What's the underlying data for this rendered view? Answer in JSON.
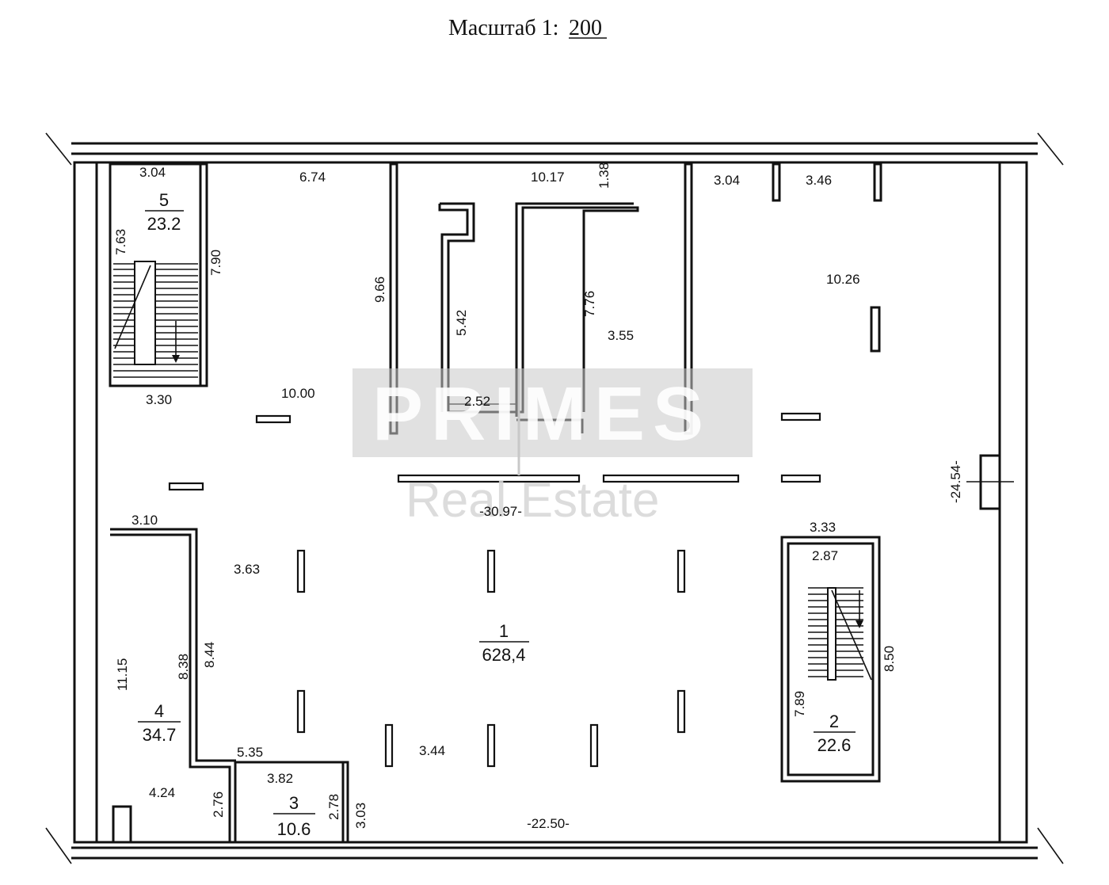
{
  "header": {
    "scale_label": "Масштаб 1: ",
    "scale_value": "200"
  },
  "watermark": {
    "brand_letters": "PRIMES",
    "sub": "Real Estate"
  },
  "rooms": {
    "r1": {
      "number": "1",
      "area": "628,4"
    },
    "r2": {
      "number": "2",
      "area": "22.6"
    },
    "r3": {
      "number": "3",
      "area": "10.6"
    },
    "r4": {
      "number": "4",
      "area": "34.7"
    },
    "r5": {
      "number": "5",
      "area": "23.2"
    }
  },
  "dimensions": {
    "d_3_04_a": "3.04",
    "d_7_63": "7.63",
    "d_7_90": "7.90",
    "d_3_30": "3.30",
    "d_6_74": "6.74",
    "d_10_17": "10.17",
    "d_1_38": "1.38",
    "d_3_04_b": "3.04",
    "d_3_46": "3.46",
    "d_9_66": "9.66",
    "d_5_42": "5.42",
    "d_7_76": "7.76",
    "d_3_55": "3.55",
    "d_2_52": "2.52",
    "d_10_26": "10.26",
    "d_10_00": "10.00",
    "d_24_54": "-24.54-",
    "d_30_97": "-30.97-",
    "d_3_10": "3.10",
    "d_3_63": "3.63",
    "d_3_33": "3.33",
    "d_2_87": "2.87",
    "d_8_50": "8.50",
    "d_7_89": "7.89",
    "d_11_15": "11.15",
    "d_8_38": "8.38",
    "d_8_44": "8.44",
    "d_5_35": "5.35",
    "d_3_82": "3.82",
    "d_3_44": "3.44",
    "d_4_24": "4.24",
    "d_2_76": "2.76",
    "d_2_78": "2.78",
    "d_3_03": "3.03",
    "d_22_50": "-22.50-"
  }
}
